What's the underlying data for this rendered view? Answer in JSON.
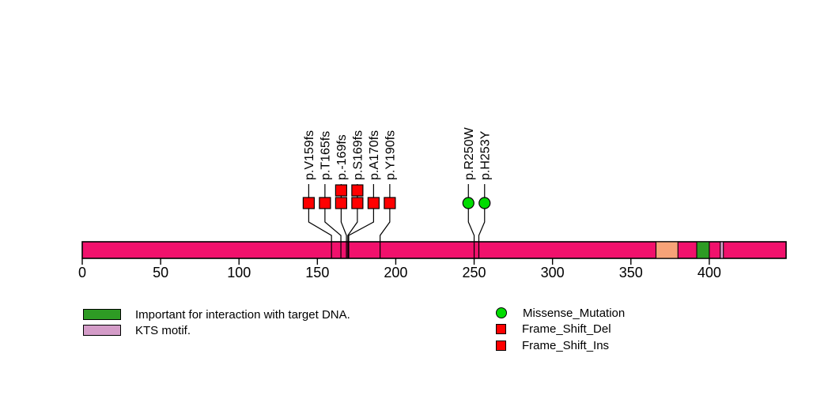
{
  "chart_data": {
    "type": "lollipop",
    "title": "",
    "xlabel": "",
    "axis": {
      "ticks": [
        0,
        50,
        100,
        150,
        200,
        250,
        300,
        350,
        400
      ],
      "max": 449,
      "grid": false
    },
    "backbone": {
      "color": "#F1116C",
      "length": 449
    },
    "mutations": [
      {
        "label": "p.V159fs",
        "position": 159,
        "marker": "square",
        "color": "#FF0000",
        "count": 1
      },
      {
        "label": "p.T165fs",
        "position": 165,
        "marker": "square",
        "color": "#FF0000",
        "count": 1
      },
      {
        "label": "p.-169fs",
        "position": 169,
        "marker": "square",
        "color": "#FF0000",
        "count": 2
      },
      {
        "label": "p.S169fs",
        "position": 169,
        "marker": "square",
        "color": "#FF0000",
        "count": 2
      },
      {
        "label": "p.A170fs",
        "position": 170,
        "marker": "square",
        "color": "#FF0000",
        "count": 1
      },
      {
        "label": "p.Y190fs",
        "position": 190,
        "marker": "square",
        "color": "#FF0000",
        "count": 1
      },
      {
        "label": "p.R250W",
        "position": 250,
        "marker": "circle",
        "color": "#00DC00",
        "count": 1
      },
      {
        "label": "p.H253Y",
        "position": 253,
        "marker": "circle",
        "color": "#00DC00",
        "count": 1
      }
    ],
    "domains": [
      {
        "label": "",
        "start": 366,
        "end": 380,
        "color": "#F7A378"
      },
      {
        "label": "Important for interaction with target DNA.",
        "start": 392,
        "end": 400,
        "color": "#2E9B24"
      },
      {
        "label": "KTS motif.",
        "start": 407,
        "end": 409,
        "color": "#D49CC8"
      }
    ],
    "legend_position": "bottom"
  },
  "legend": {
    "domains": {
      "items": [
        {
          "label": "Important for interaction with target DNA.",
          "color": "#2E9B24"
        },
        {
          "label": "KTS motif.",
          "color": "#D49CC8"
        }
      ]
    },
    "mutation_types": {
      "items": [
        {
          "label": "Missense_Mutation",
          "shape": "circle",
          "color": "#00DC00"
        },
        {
          "label": "Frame_Shift_Del",
          "shape": "square",
          "color": "#FF0000"
        },
        {
          "label": "Frame_Shift_Ins",
          "shape": "square",
          "color": "#FF0000"
        }
      ]
    }
  }
}
